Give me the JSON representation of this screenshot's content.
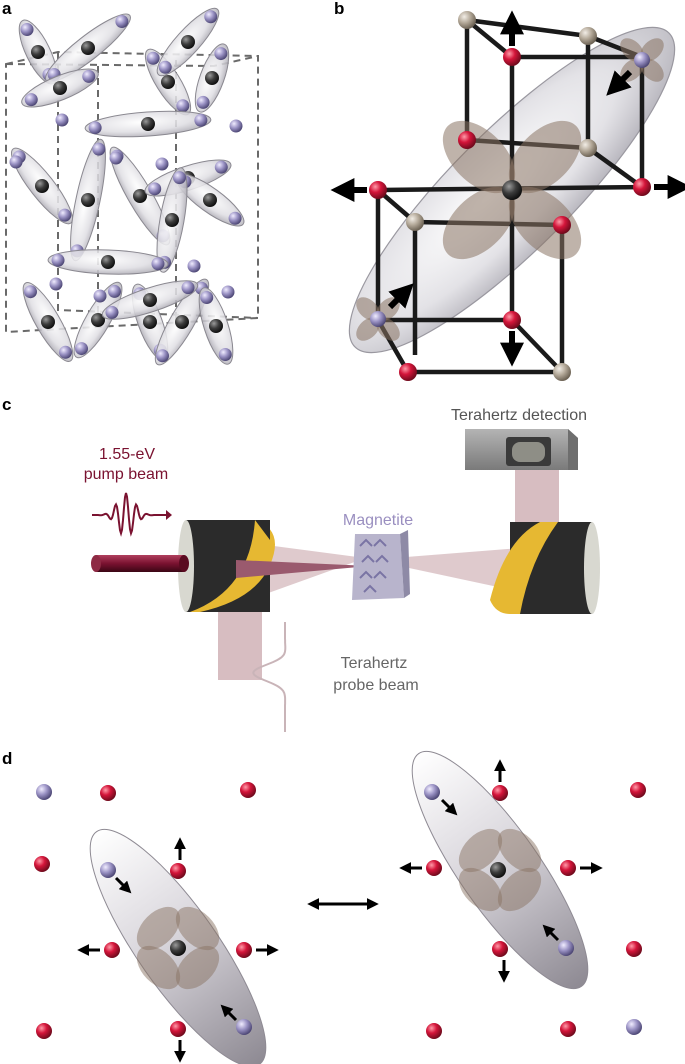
{
  "panels": {
    "a": {
      "letter": "a"
    },
    "b": {
      "letter": "b"
    },
    "c": {
      "letter": "c",
      "pump_energy": "1.55-eV",
      "pump_label": "pump beam",
      "sample_label": "Magnetite",
      "detection_label": "Terahertz detection",
      "probe_line1": "Terahertz",
      "probe_line2": "probe beam"
    },
    "d": {
      "letter": "d"
    }
  },
  "colors": {
    "oxygen": "#c8102e",
    "fe_octahedral": "#9088b8",
    "fe_center": "#2a2a2a",
    "fe_tetrahedral": "#a89e90",
    "orbital": "#8a7464",
    "ellipsoid": "#cfcdd4",
    "pump_beam": "#7a1230",
    "thz_beam": "#c9a7ac",
    "sample": "#b8b4cc",
    "sample_text": "#9a8fc0",
    "mirror_body": "#2b2b2b",
    "mirror_face": "#e6b832"
  },
  "icons": [
    "arrow-icon",
    "double-arrow-icon",
    "pump-pulse-icon",
    "terahertz-pulse-icon"
  ]
}
